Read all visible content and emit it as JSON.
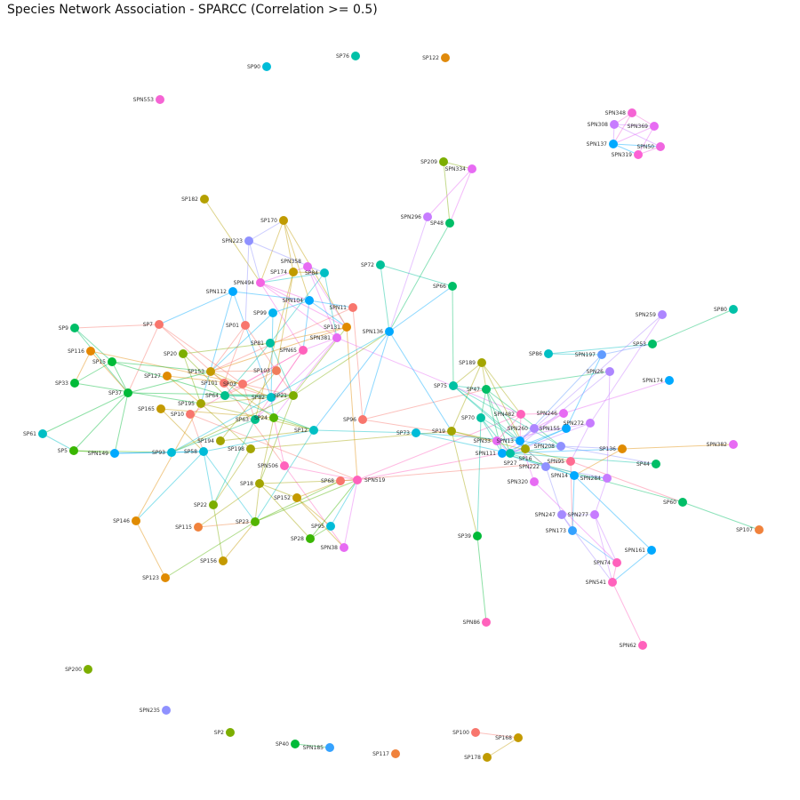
{
  "title": "Species Network Association - SPARCC (Correlation >= 0.5)",
  "nodes": [
    {
      "label": "SP90",
      "color": "#00bcd8"
    },
    {
      "label": "SP76",
      "color": "#00c1a8"
    },
    {
      "label": "SP122",
      "color": "#e08a0b"
    },
    {
      "label": "SPN553",
      "color": "#f564d4"
    },
    {
      "label": "SPN348",
      "color": "#f564d4"
    },
    {
      "label": "SPN308",
      "color": "#c77cff"
    },
    {
      "label": "SPN369",
      "color": "#e76bf3"
    },
    {
      "label": "SPN137",
      "color": "#00a9ff"
    },
    {
      "label": "SPN50",
      "color": "#f066e0"
    },
    {
      "label": "SPN319",
      "color": "#fc61d5"
    },
    {
      "label": "SP209",
      "color": "#7cae00"
    },
    {
      "label": "SPN334",
      "color": "#e76bf3"
    },
    {
      "label": "SPN296",
      "color": "#c77cff"
    },
    {
      "label": "SP48",
      "color": "#00be67"
    },
    {
      "label": "SP182",
      "color": "#b4a000"
    },
    {
      "label": "SP170",
      "color": "#c09b00"
    },
    {
      "label": "SPN223",
      "color": "#8f91ff"
    },
    {
      "label": "SPN358",
      "color": "#e76bf3"
    },
    {
      "label": "SP174",
      "color": "#c09b00"
    },
    {
      "label": "SP84",
      "color": "#00bfc4"
    },
    {
      "label": "SPN494",
      "color": "#f564e3"
    },
    {
      "label": "SPN112",
      "color": "#00a9ff"
    },
    {
      "label": "SPN104",
      "color": "#00a9ff"
    },
    {
      "label": "SP99",
      "color": "#00b4f0"
    },
    {
      "label": "SPN11",
      "color": "#f8766d"
    },
    {
      "label": "SP131",
      "color": "#e18a00"
    },
    {
      "label": "SPN381",
      "color": "#e76bf3"
    },
    {
      "label": "SP81",
      "color": "#00bfa0"
    },
    {
      "label": "SPN65",
      "color": "#ff62bc"
    },
    {
      "label": "SP01",
      "color": "#f8766d"
    },
    {
      "label": "SP7",
      "color": "#f8766d"
    },
    {
      "label": "SP20",
      "color": "#7cae00"
    },
    {
      "label": "SP9",
      "color": "#00be67"
    },
    {
      "label": "SP116",
      "color": "#e58700"
    },
    {
      "label": "SP15",
      "color": "#00ba38"
    },
    {
      "label": "SP33",
      "color": "#00ba38"
    },
    {
      "label": "SP127",
      "color": "#e08b00"
    },
    {
      "label": "SP37",
      "color": "#00ba38"
    },
    {
      "label": "SP153",
      "color": "#c49a00"
    },
    {
      "label": "SP101",
      "color": "#f8766d"
    },
    {
      "label": "SP03",
      "color": "#f8766d"
    },
    {
      "label": "SP103",
      "color": "#f07d5a"
    },
    {
      "label": "SP64",
      "color": "#00c08b"
    },
    {
      "label": "SP82",
      "color": "#00bfc4"
    },
    {
      "label": "SP21",
      "color": "#7cae00"
    },
    {
      "label": "SP195",
      "color": "#a3a500"
    },
    {
      "label": "SP165",
      "color": "#c49a00"
    },
    {
      "label": "SP10",
      "color": "#f8766d"
    },
    {
      "label": "SP63",
      "color": "#00c08b"
    },
    {
      "label": "SP24",
      "color": "#53b400"
    },
    {
      "label": "SP61",
      "color": "#00bfc4"
    },
    {
      "label": "SP5",
      "color": "#39b600"
    },
    {
      "label": "SPN149",
      "color": "#00a9ff"
    },
    {
      "label": "SP93",
      "color": "#00bcd8"
    },
    {
      "label": "SP58",
      "color": "#00bcd8"
    },
    {
      "label": "SP194",
      "color": "#a3a500"
    },
    {
      "label": "SP198",
      "color": "#a3a500"
    },
    {
      "label": "SP12",
      "color": "#00bfc4"
    },
    {
      "label": "SP96",
      "color": "#f8766d"
    },
    {
      "label": "SPN506",
      "color": "#ff62bc"
    },
    {
      "label": "SP18",
      "color": "#a3a500"
    },
    {
      "label": "SPN519",
      "color": "#ff62bc"
    },
    {
      "label": "SP68",
      "color": "#f8766d"
    },
    {
      "label": "SP152",
      "color": "#c49a00"
    },
    {
      "label": "SP22",
      "color": "#7cae00"
    },
    {
      "label": "SP115",
      "color": "#f0823c"
    },
    {
      "label": "SP23",
      "color": "#53b400"
    },
    {
      "label": "SP95",
      "color": "#00bcd8"
    },
    {
      "label": "SP28",
      "color": "#39b600"
    },
    {
      "label": "SPN38",
      "color": "#e76bf3"
    },
    {
      "label": "SP156",
      "color": "#c49a00"
    },
    {
      "label": "SP146",
      "color": "#e08b00"
    },
    {
      "label": "SP123",
      "color": "#e08b00"
    },
    {
      "label": "SP200",
      "color": "#7cae00"
    },
    {
      "label": "SPN235",
      "color": "#8f91ff"
    },
    {
      "label": "SP2",
      "color": "#7cae00"
    },
    {
      "label": "SP40",
      "color": "#00ba38"
    },
    {
      "label": "SPN185",
      "color": "#35a2ff"
    },
    {
      "label": "SP117",
      "color": "#f0823c"
    },
    {
      "label": "SP100",
      "color": "#f8766d"
    },
    {
      "label": "SP168",
      "color": "#c49a00"
    },
    {
      "label": "SP178",
      "color": "#c09b00"
    },
    {
      "label": "SP72",
      "color": "#00c19a"
    },
    {
      "label": "SPN136",
      "color": "#00a9ff"
    },
    {
      "label": "SP66",
      "color": "#00be67"
    },
    {
      "label": "SP189",
      "color": "#a3a500"
    },
    {
      "label": "SP75",
      "color": "#00c1a3"
    },
    {
      "label": "SP47",
      "color": "#00be67"
    },
    {
      "label": "SP70",
      "color": "#00c1a3"
    },
    {
      "label": "SP19",
      "color": "#a3a500"
    },
    {
      "label": "SP73",
      "color": "#00bcd8"
    },
    {
      "label": "SPN482",
      "color": "#ff62bc"
    },
    {
      "label": "SPN246",
      "color": "#e76bf3"
    },
    {
      "label": "SPN260",
      "color": "#ad86ff"
    },
    {
      "label": "SPN155",
      "color": "#00a9ff"
    },
    {
      "label": "SPN272",
      "color": "#c77cff"
    },
    {
      "label": "SPN33",
      "color": "#e76bf3"
    },
    {
      "label": "SPN13",
      "color": "#00a9ff"
    },
    {
      "label": "SP16",
      "color": "#a3a500"
    },
    {
      "label": "SPN111",
      "color": "#00a9ff"
    },
    {
      "label": "SP27",
      "color": "#00c1a3"
    },
    {
      "label": "SPN208",
      "color": "#8f91ff"
    },
    {
      "label": "SP136",
      "color": "#e08b00"
    },
    {
      "label": "SPN95",
      "color": "#ff6c91"
    },
    {
      "label": "SPN222",
      "color": "#8f91ff"
    },
    {
      "label": "SPN14",
      "color": "#00a9ff"
    },
    {
      "label": "SPN284",
      "color": "#c77cff"
    },
    {
      "label": "SPN320",
      "color": "#e76bf3"
    },
    {
      "label": "SP44",
      "color": "#00be67"
    },
    {
      "label": "SP60",
      "color": "#00be67"
    },
    {
      "label": "SP107",
      "color": "#f0823c"
    },
    {
      "label": "SPN247",
      "color": "#a58aff"
    },
    {
      "label": "SPN277",
      "color": "#c77cff"
    },
    {
      "label": "SPN173",
      "color": "#35a2ff"
    },
    {
      "label": "SPN161",
      "color": "#00a9ff"
    },
    {
      "label": "SPN74",
      "color": "#ff62bc"
    },
    {
      "label": "SPN541",
      "color": "#ff62bc"
    },
    {
      "label": "SPN62",
      "color": "#ff62bc"
    },
    {
      "label": "SP39",
      "color": "#00ba38"
    },
    {
      "label": "SPN86",
      "color": "#ff62bc"
    },
    {
      "label": "SP86",
      "color": "#00bfc4"
    },
    {
      "label": "SPN197",
      "color": "#619cff"
    },
    {
      "label": "SP53",
      "color": "#00be67"
    },
    {
      "label": "SPN259",
      "color": "#ad86ff"
    },
    {
      "label": "SP80",
      "color": "#00c1a8"
    },
    {
      "label": "SPN26",
      "color": "#ad86ff"
    },
    {
      "label": "SPN174",
      "color": "#00a9ff"
    },
    {
      "label": "SPN382",
      "color": "#e76bf3"
    }
  ],
  "edges": [
    [
      "SPN348",
      "SPN308"
    ],
    [
      "SPN348",
      "SPN369"
    ],
    [
      "SPN348",
      "SPN137"
    ],
    [
      "SPN308",
      "SPN137"
    ],
    [
      "SPN308",
      "SPN50"
    ],
    [
      "SPN369",
      "SPN137"
    ],
    [
      "SPN369",
      "SPN319"
    ],
    [
      "SPN137",
      "SPN50"
    ],
    [
      "SPN137",
      "SPN319"
    ],
    [
      "SPN50",
      "SPN319"
    ],
    [
      "SPN308",
      "SPN369"
    ],
    [
      "SP209",
      "SPN334"
    ],
    [
      "SP209",
      "SP48"
    ],
    [
      "SPN334",
      "SPN296"
    ],
    [
      "SPN334",
      "SP48"
    ],
    [
      "SPN296",
      "SPN136"
    ],
    [
      "SP48",
      "SPN136"
    ],
    [
      "SP182",
      "SPN494"
    ],
    [
      "SP170",
      "SPN494"
    ],
    [
      "SP170",
      "SP174"
    ],
    [
      "SP170",
      "SPN104"
    ],
    [
      "SP170",
      "SP131"
    ],
    [
      "SPN223",
      "SPN494"
    ],
    [
      "SPN223",
      "SP01"
    ],
    [
      "SPN223",
      "SP84"
    ],
    [
      "SPN223",
      "SP170"
    ],
    [
      "SPN358",
      "SPN494"
    ],
    [
      "SPN358",
      "SP131"
    ],
    [
      "SPN358",
      "SPN381"
    ],
    [
      "SP174",
      "SP84"
    ],
    [
      "SP174",
      "SP63"
    ],
    [
      "SP174",
      "SP103"
    ],
    [
      "SP84",
      "SPN494"
    ],
    [
      "SP84",
      "SP81"
    ],
    [
      "SP84",
      "SPN381"
    ],
    [
      "SPN494",
      "SPN104"
    ],
    [
      "SPN494",
      "SPN65"
    ],
    [
      "SPN494",
      "SP131"
    ],
    [
      "SPN494",
      "SPN381"
    ],
    [
      "SPN112",
      "SPN104"
    ],
    [
      "SPN112",
      "SP82"
    ],
    [
      "SPN112",
      "SP7"
    ],
    [
      "SPN112",
      "SP195"
    ],
    [
      "SPN104",
      "SPN11"
    ],
    [
      "SPN104",
      "SP131"
    ],
    [
      "SPN104",
      "SPN65"
    ],
    [
      "SP99",
      "SP82"
    ],
    [
      "SP99",
      "SPN104"
    ],
    [
      "SP99",
      "SP153"
    ],
    [
      "SPN11",
      "SP153"
    ],
    [
      "SPN11",
      "SP96"
    ],
    [
      "SP131",
      "SP81"
    ],
    [
      "SP131",
      "SP153"
    ],
    [
      "SP131",
      "SPN519"
    ],
    [
      "SPN381",
      "SP63"
    ],
    [
      "SPN381",
      "SPN65"
    ],
    [
      "SPN381",
      "SP24"
    ],
    [
      "SPN381",
      "SPN482"
    ],
    [
      "SP81",
      "SP21"
    ],
    [
      "SP81",
      "SP64"
    ],
    [
      "SPN65",
      "SP63"
    ],
    [
      "SPN65",
      "SP03"
    ],
    [
      "SPN65",
      "SP82"
    ],
    [
      "SPN65",
      "SP10"
    ],
    [
      "SP01",
      "SP153"
    ],
    [
      "SP01",
      "SP21"
    ],
    [
      "SP01",
      "SP101"
    ],
    [
      "SP7",
      "SP9"
    ],
    [
      "SP7",
      "SP37"
    ],
    [
      "SP7",
      "SP03"
    ],
    [
      "SP7",
      "SP101"
    ],
    [
      "SP20",
      "SP195"
    ],
    [
      "SP20",
      "SP81"
    ],
    [
      "SP20",
      "SP64"
    ],
    [
      "SP9",
      "SP15"
    ],
    [
      "SP9",
      "SP37"
    ],
    [
      "SP116",
      "SP33"
    ],
    [
      "SP116",
      "SP03"
    ],
    [
      "SP116",
      "SP37"
    ],
    [
      "SP15",
      "SP37"
    ],
    [
      "SP15",
      "SP33"
    ],
    [
      "SP15",
      "SP153"
    ],
    [
      "SP15",
      "SP64"
    ],
    [
      "SP33",
      "SP195"
    ],
    [
      "SP37",
      "SP153"
    ],
    [
      "SP37",
      "SP61"
    ],
    [
      "SP37",
      "SP5"
    ],
    [
      "SP37",
      "SPN149"
    ],
    [
      "SP37",
      "SP21"
    ],
    [
      "SP127",
      "SP195"
    ],
    [
      "SP127",
      "SP03"
    ],
    [
      "SP153",
      "SP82"
    ],
    [
      "SP153",
      "SP24"
    ],
    [
      "SP101",
      "SP82"
    ],
    [
      "SP101",
      "SPN506"
    ],
    [
      "SP03",
      "SP21"
    ],
    [
      "SP03",
      "SP63"
    ],
    [
      "SP103",
      "SP64"
    ],
    [
      "SP103",
      "SP153"
    ],
    [
      "SP64",
      "SP21"
    ],
    [
      "SP64",
      "SP82"
    ],
    [
      "SP64",
      "SP12"
    ],
    [
      "SP82",
      "SP24"
    ],
    [
      "SP21",
      "SPN136"
    ],
    [
      "SP21",
      "SP131"
    ],
    [
      "SP21",
      "SP93"
    ],
    [
      "SP21",
      "SP18"
    ],
    [
      "SP195",
      "SP21"
    ],
    [
      "SP195",
      "SP198"
    ],
    [
      "SP195",
      "SP12"
    ],
    [
      "SP165",
      "SP58"
    ],
    [
      "SP165",
      "SP24"
    ],
    [
      "SP10",
      "SP58"
    ],
    [
      "SP10",
      "SPN519"
    ],
    [
      "SP63",
      "SP93"
    ],
    [
      "SP63",
      "SP22"
    ],
    [
      "SP24",
      "SP12"
    ],
    [
      "SP61",
      "SP5"
    ],
    [
      "SP5",
      "SPN149"
    ],
    [
      "SP5",
      "SP93"
    ],
    [
      "SPN149",
      "SP93"
    ],
    [
      "SPN149",
      "SP58"
    ],
    [
      "SP93",
      "SP58"
    ],
    [
      "SP93",
      "SPN136"
    ],
    [
      "SP58",
      "SP12"
    ],
    [
      "SP58",
      "SP23"
    ],
    [
      "SP58",
      "SP22"
    ],
    [
      "SP58",
      "SP146"
    ],
    [
      "SP194",
      "SP12"
    ],
    [
      "SP194",
      "SP103"
    ],
    [
      "SP198",
      "SP19"
    ],
    [
      "SP198",
      "SP22"
    ],
    [
      "SP12",
      "SP73"
    ],
    [
      "SP12",
      "SP23"
    ],
    [
      "SP96",
      "SPN33"
    ],
    [
      "SP96",
      "SP47"
    ],
    [
      "SPN506",
      "SPN519"
    ],
    [
      "SPN506",
      "SPN38"
    ],
    [
      "SPN506",
      "SP24"
    ],
    [
      "SP18",
      "SP152"
    ],
    [
      "SP18",
      "SPN519"
    ],
    [
      "SP18",
      "SP115"
    ],
    [
      "SP18",
      "SP28"
    ],
    [
      "SP18",
      "SP23"
    ],
    [
      "SP18",
      "SP24"
    ],
    [
      "SP152",
      "SPN38"
    ],
    [
      "SP152",
      "SP95"
    ],
    [
      "SP152",
      "SP68"
    ],
    [
      "SP22",
      "SP156"
    ],
    [
      "SP115",
      "SP23"
    ],
    [
      "SP23",
      "SPN519"
    ],
    [
      "SP23",
      "SP68"
    ],
    [
      "SP23",
      "SP123"
    ],
    [
      "SP95",
      "SPN519"
    ],
    [
      "SP28",
      "SP95"
    ],
    [
      "SP28",
      "SPN519"
    ],
    [
      "SPN38",
      "SPN519"
    ],
    [
      "SP146",
      "SP123"
    ],
    [
      "SP146",
      "SP195"
    ],
    [
      "SP156",
      "SP23"
    ],
    [
      "SPN519",
      "SP16"
    ],
    [
      "SPN519",
      "SPN482"
    ],
    [
      "SP68",
      "SPN95"
    ],
    [
      "SP40",
      "SPN185"
    ],
    [
      "SP100",
      "SP168"
    ],
    [
      "SP168",
      "SP178"
    ],
    [
      "SP72",
      "SPN136"
    ],
    [
      "SP72",
      "SP66"
    ],
    [
      "SPN136",
      "SP66"
    ],
    [
      "SPN136",
      "SP96"
    ],
    [
      "SPN136",
      "SP19"
    ],
    [
      "SPN136",
      "SP12"
    ],
    [
      "SP66",
      "SP75"
    ],
    [
      "SP189",
      "SP75"
    ],
    [
      "SP189",
      "SP47"
    ],
    [
      "SP189",
      "SP19"
    ],
    [
      "SP189",
      "SPN482"
    ],
    [
      "SP189",
      "SP16"
    ],
    [
      "SP75",
      "SP47"
    ],
    [
      "SP75",
      "SPN13"
    ],
    [
      "SP75",
      "SPN208"
    ],
    [
      "SP75",
      "SP16"
    ],
    [
      "SP47",
      "SP70"
    ],
    [
      "SP47",
      "SPN13"
    ],
    [
      "SP47",
      "SP27"
    ],
    [
      "SP47",
      "SPN208"
    ],
    [
      "SP47",
      "SPN26"
    ],
    [
      "SP47",
      "SPN111"
    ],
    [
      "SP70",
      "SPN13"
    ],
    [
      "SP70",
      "SPN111"
    ],
    [
      "SP70",
      "SP27"
    ],
    [
      "SP70",
      "SP39"
    ],
    [
      "SP19",
      "SP39"
    ],
    [
      "SP19",
      "SPN33"
    ],
    [
      "SP19",
      "SPN95"
    ],
    [
      "SP73",
      "SPN13"
    ],
    [
      "SP73",
      "SP27"
    ],
    [
      "SPN482",
      "SPN246"
    ],
    [
      "SPN482",
      "SPN33"
    ],
    [
      "SPN482",
      "SPN13"
    ],
    [
      "SPN246",
      "SPN260"
    ],
    [
      "SPN246",
      "SPN111"
    ],
    [
      "SPN246",
      "SPN174"
    ],
    [
      "SPN260",
      "SPN13"
    ],
    [
      "SPN260",
      "SPN155"
    ],
    [
      "SPN155",
      "SPN111"
    ],
    [
      "SPN155",
      "SP27"
    ],
    [
      "SPN155",
      "SPN197"
    ],
    [
      "SPN272",
      "SPN33"
    ],
    [
      "SPN272",
      "SPN95"
    ],
    [
      "SPN272",
      "SP27"
    ],
    [
      "SPN272",
      "SPN259"
    ],
    [
      "SPN33",
      "SP27"
    ],
    [
      "SPN13",
      "SPN208"
    ],
    [
      "SPN13",
      "SP16"
    ],
    [
      "SP16",
      "SPN222"
    ],
    [
      "SPN111",
      "SP136"
    ],
    [
      "SPN111",
      "SPN14"
    ],
    [
      "SP27",
      "SPN208"
    ],
    [
      "SP27",
      "SPN14"
    ],
    [
      "SP27",
      "SP44"
    ],
    [
      "SPN208",
      "SP44"
    ],
    [
      "SPN208",
      "SP136"
    ],
    [
      "SP136",
      "SPN382"
    ],
    [
      "SP136",
      "SPN14"
    ],
    [
      "SPN95",
      "SPN173"
    ],
    [
      "SPN95",
      "SP60"
    ],
    [
      "SPN222",
      "SPN284"
    ],
    [
      "SPN222",
      "SPN247"
    ],
    [
      "SPN14",
      "SPN284"
    ],
    [
      "SPN14",
      "SPN173"
    ],
    [
      "SPN14",
      "SPN161"
    ],
    [
      "SPN284",
      "SPN277"
    ],
    [
      "SPN284",
      "SPN26"
    ],
    [
      "SPN320",
      "SPN13"
    ],
    [
      "SPN320",
      "SPN74"
    ],
    [
      "SPN247",
      "SPN277"
    ],
    [
      "SPN247",
      "SPN173"
    ],
    [
      "SPN247",
      "SPN541"
    ],
    [
      "SPN277",
      "SPN74"
    ],
    [
      "SPN277",
      "SPN541"
    ],
    [
      "SPN173",
      "SPN74"
    ],
    [
      "SPN161",
      "SPN541"
    ],
    [
      "SPN541",
      "SPN62"
    ],
    [
      "SPN74",
      "SPN541"
    ],
    [
      "SPN222",
      "SP16"
    ],
    [
      "SP39",
      "SPN86"
    ],
    [
      "SP60",
      "SP107"
    ],
    [
      "SP86",
      "SPN197"
    ],
    [
      "SP86",
      "SP53"
    ],
    [
      "SPN197",
      "SP53"
    ],
    [
      "SP53",
      "SP80"
    ],
    [
      "SPN259",
      "SPN13"
    ],
    [
      "SPN197",
      "SPN13"
    ],
    [
      "SPN26",
      "SP27"
    ],
    [
      "SP60",
      "SPN111"
    ]
  ]
}
